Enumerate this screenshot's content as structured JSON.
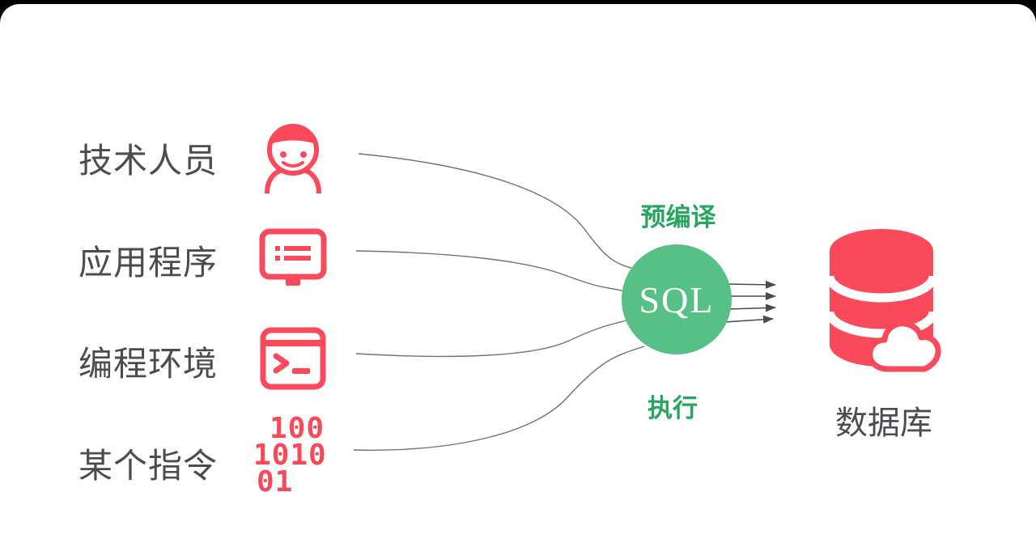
{
  "diagram": {
    "sources": [
      {
        "label": "技术人员",
        "icon": "person-icon"
      },
      {
        "label": "应用程序",
        "icon": "monitor-list-icon"
      },
      {
        "label": "编程环境",
        "icon": "terminal-icon"
      },
      {
        "label": "某个指令",
        "icon": "binary-digits-icon"
      }
    ],
    "binary": [
      "100",
      "1010",
      "01"
    ],
    "hub": {
      "label": "SQL"
    },
    "annotations": {
      "top": "预编译",
      "bottom": "执行"
    },
    "target": {
      "label": "数据库",
      "icon": "database-cloud-icon"
    },
    "colors": {
      "accent_red": "#f9495a",
      "hub_green": "#57c087",
      "note_green": "#27a65f",
      "text_gray": "#4c4c50",
      "connector_gray": "#717276"
    }
  }
}
